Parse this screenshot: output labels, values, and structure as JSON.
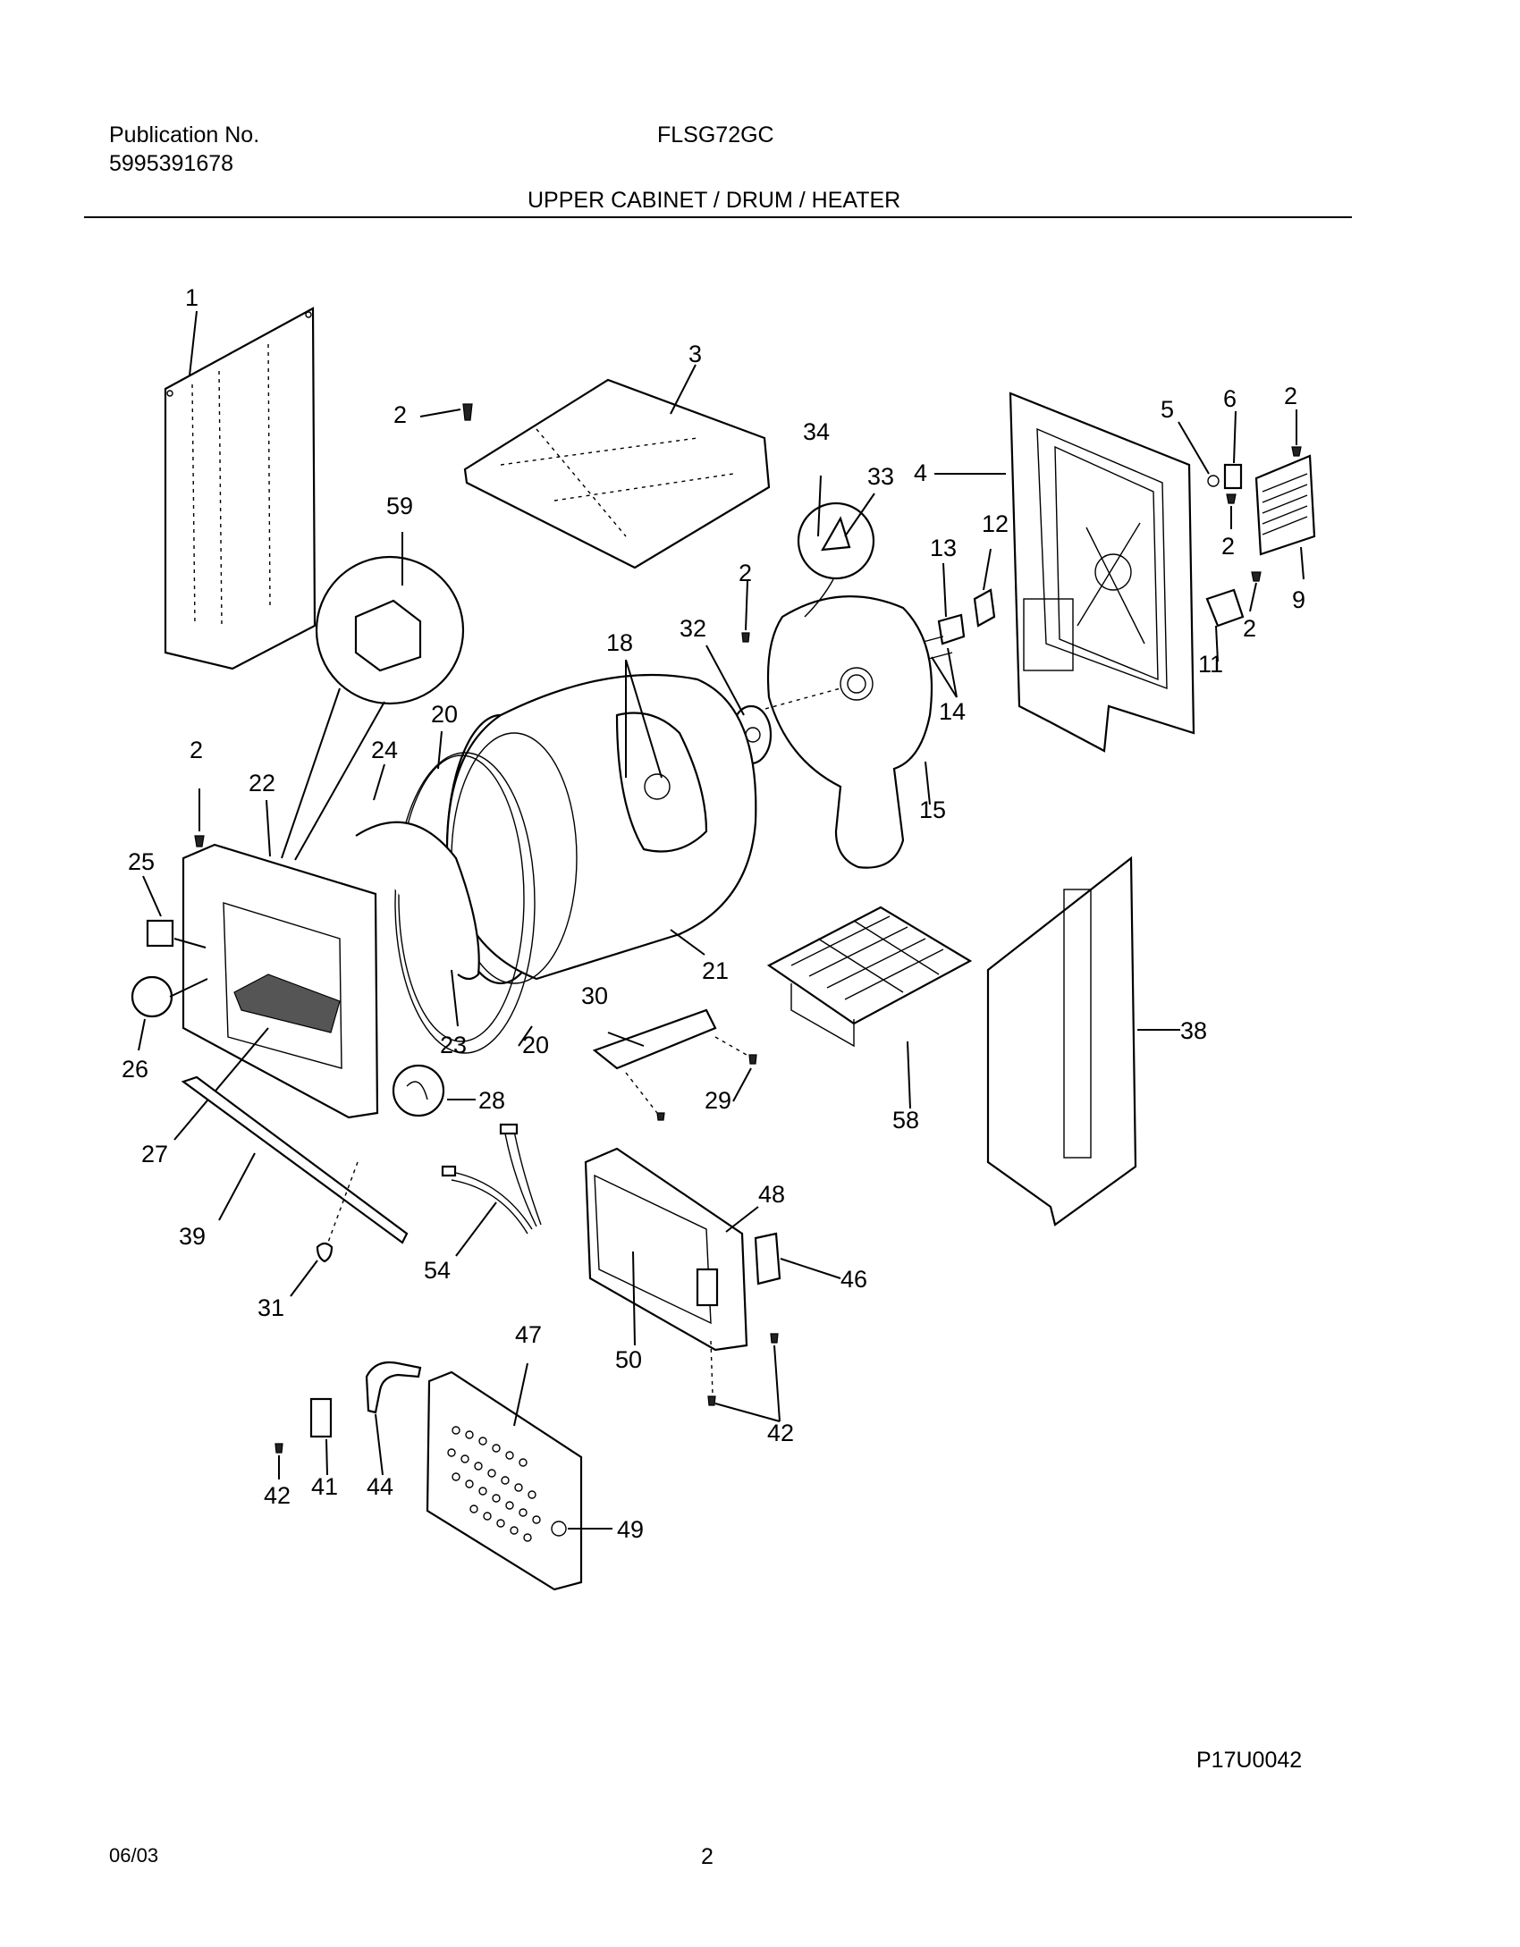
{
  "header": {
    "publication_label": "Publication No.",
    "publication_number": "5995391678",
    "model": "FLSG72GC",
    "section_title": "UPPER CABINET / DRUM / HEATER"
  },
  "footer": {
    "figure_code": "P17U0042",
    "date": "06/03",
    "page_number": "2"
  },
  "callouts": [
    "1",
    "2",
    "3",
    "2",
    "34",
    "33",
    "5",
    "6",
    "2",
    "4",
    "59",
    "2",
    "2",
    "2",
    "9",
    "13",
    "12",
    "32",
    "18",
    "14",
    "11",
    "20",
    "24",
    "15",
    "2",
    "22",
    "25",
    "21",
    "30",
    "38",
    "23",
    "20",
    "26",
    "29",
    "58",
    "28",
    "27",
    "48",
    "39",
    "46",
    "54",
    "31",
    "50",
    "47",
    "42",
    "42",
    "41",
    "44",
    "49"
  ]
}
